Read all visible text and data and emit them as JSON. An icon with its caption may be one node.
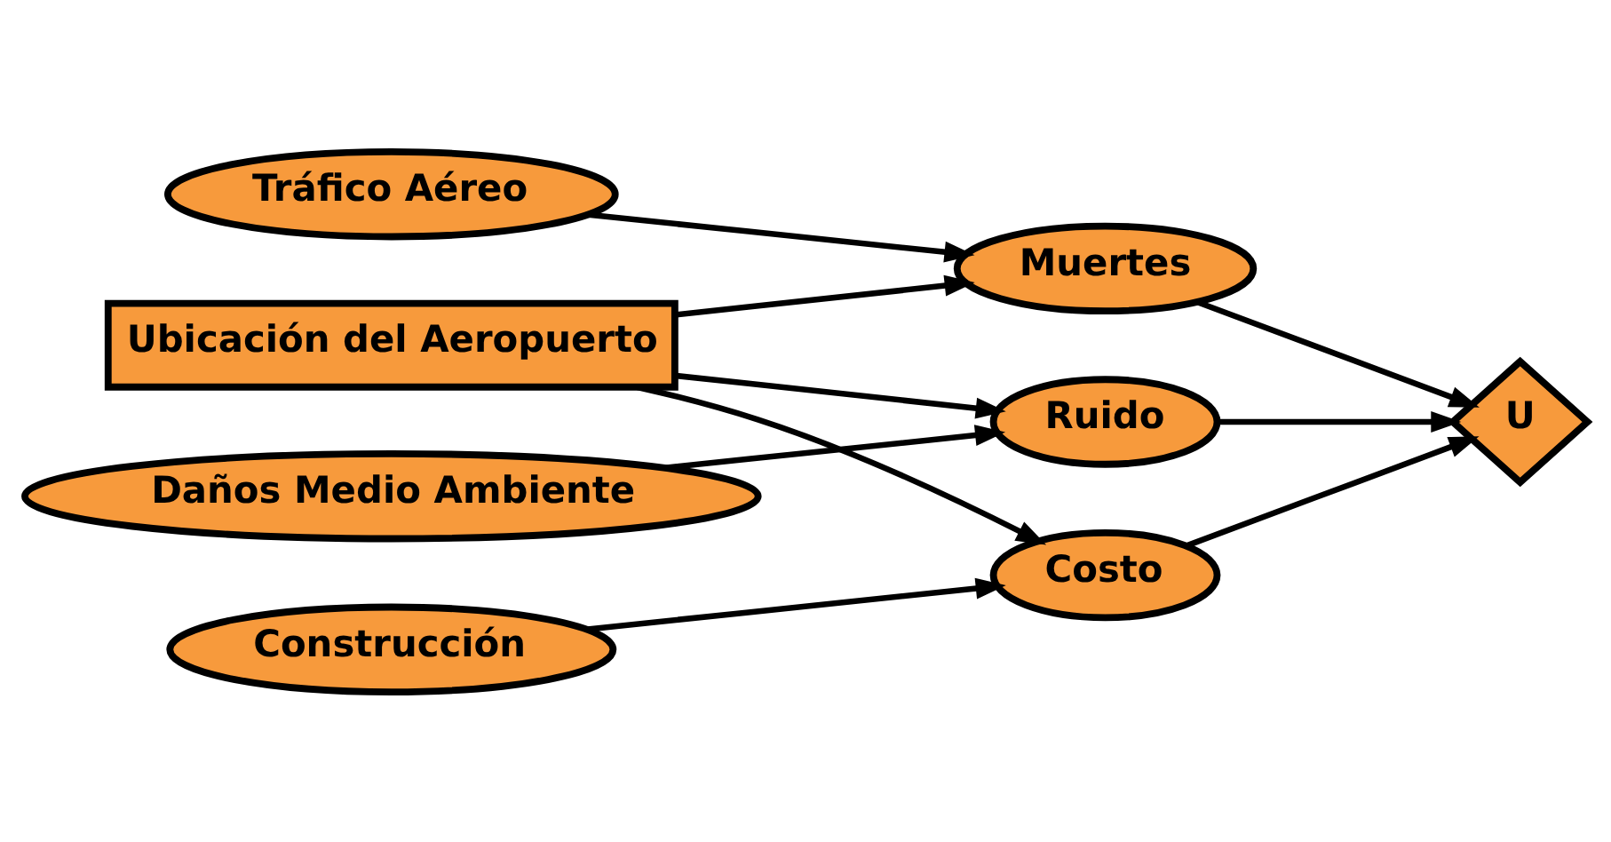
{
  "diagram": {
    "nodes": [
      {
        "text": [
          "Ubicación del Aeropuerto"
        ]
      },
      {
        "text": [
          "Tráfico Aéreo"
        ]
      },
      {
        "text": [
          "Daños Medio Ambiente"
        ]
      },
      {
        "text": [
          "Construcción"
        ]
      },
      {
        "text": [
          "Muertes"
        ]
      },
      {
        "text": [
          "Ruido"
        ]
      },
      {
        "text": [
          "Costo"
        ]
      },
      {
        "text": [
          "U"
        ]
      }
    ],
    "edges": [
      {
        "from": 0,
        "to": 4,
        "arrow": "to"
      },
      {
        "from": 0,
        "to": 5,
        "arrow": "to"
      },
      {
        "from": 0,
        "to": 6,
        "arrow": "to"
      },
      {
        "from": 1,
        "to": 4,
        "arrow": "to"
      },
      {
        "from": 2,
        "to": 5,
        "arrow": "to"
      },
      {
        "from": 3,
        "to": 6,
        "arrow": "to"
      },
      {
        "from": 4,
        "to": 7,
        "arrow": "to"
      },
      {
        "from": 5,
        "to": 7,
        "arrow": "to"
      },
      {
        "from": 6,
        "to": 7,
        "arrow": "to"
      }
    ]
  }
}
